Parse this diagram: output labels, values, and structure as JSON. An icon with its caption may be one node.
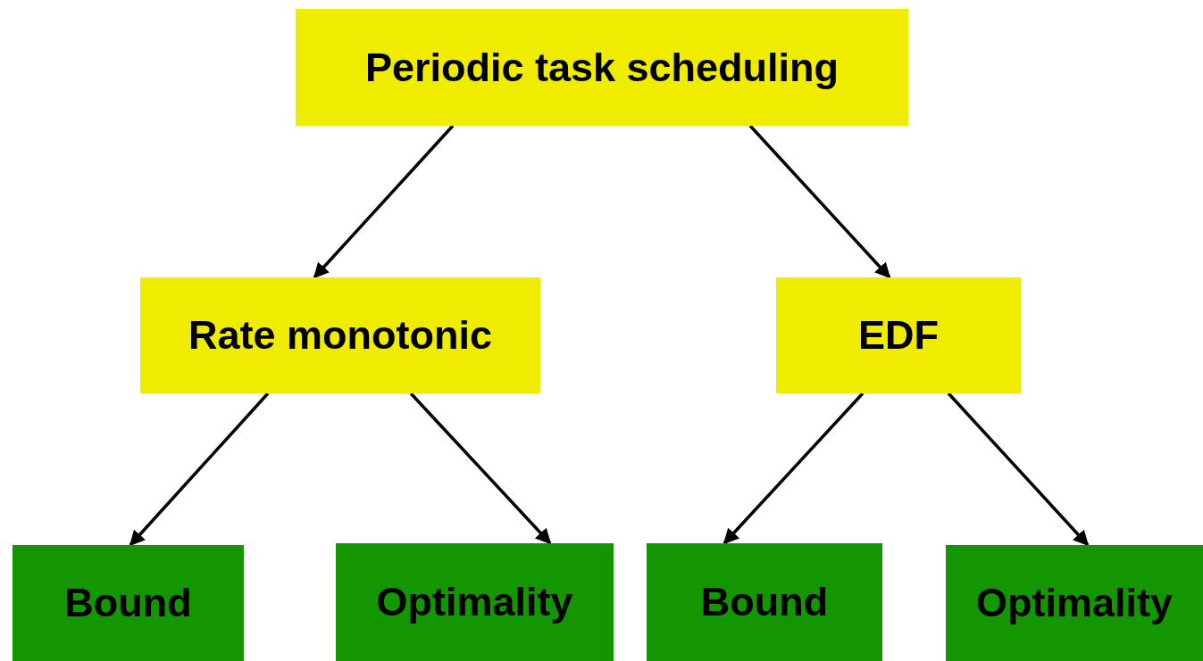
{
  "diagram": {
    "nodes": [
      {
        "text": [
          "Periodic task scheduling"
        ]
      },
      {
        "text": [
          "Rate monotonic"
        ]
      },
      {
        "text": [
          "EDF"
        ]
      },
      {
        "text": [
          "Bound"
        ]
      },
      {
        "text": [
          "Optimality"
        ]
      },
      {
        "text": [
          "Bound"
        ]
      },
      {
        "text": [
          "Optimality"
        ]
      }
    ],
    "edges": [
      {
        "from": 0,
        "to": 1,
        "arrow": "to"
      },
      {
        "from": 0,
        "to": 2,
        "arrow": "to"
      },
      {
        "from": 1,
        "to": 3,
        "arrow": "to"
      },
      {
        "from": 1,
        "to": 4,
        "arrow": "to"
      },
      {
        "from": 2,
        "to": 5,
        "arrow": "to"
      },
      {
        "from": 2,
        "to": 6,
        "arrow": "to"
      }
    ]
  }
}
